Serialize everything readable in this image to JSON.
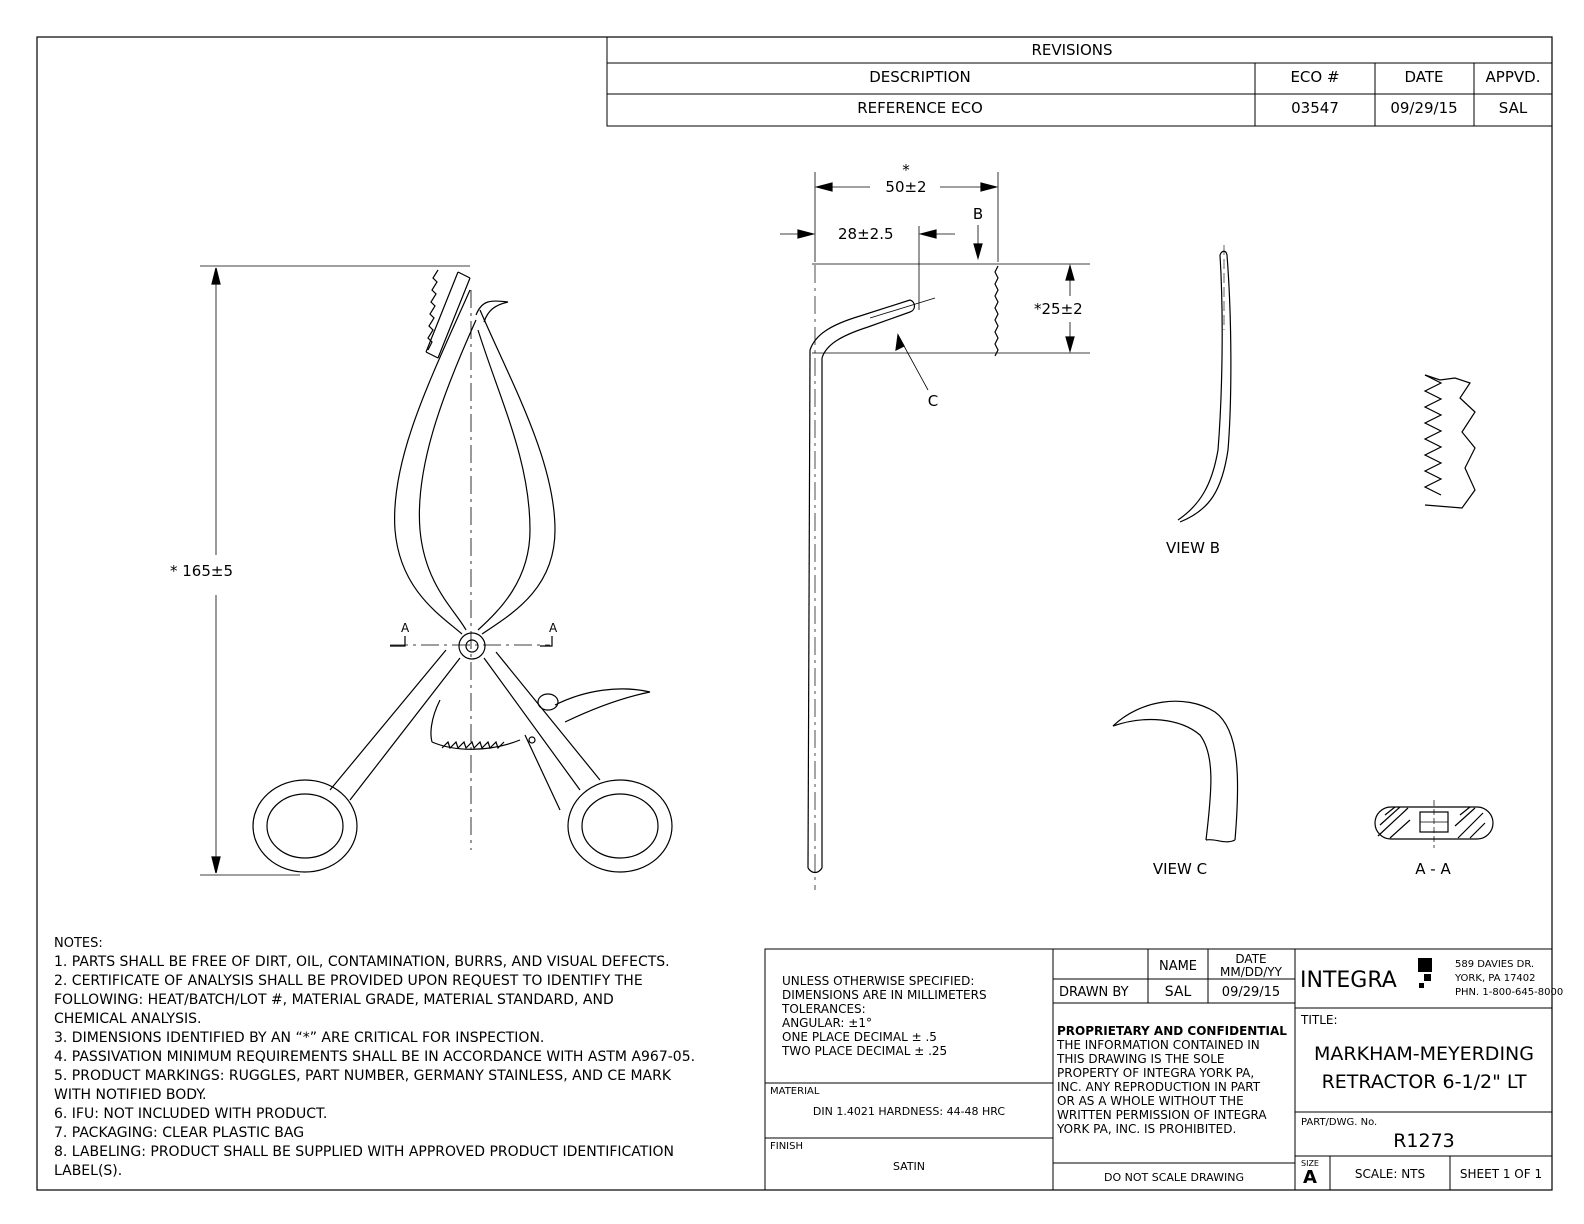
{
  "revisions": {
    "title": "REVISIONS",
    "headers": [
      "DESCRIPTION",
      "ECO #",
      "DATE",
      "APPVD."
    ],
    "rows": [
      {
        "description": "REFERENCE ECO",
        "eco": "03547",
        "date": "09/29/15",
        "appvd": "SAL"
      }
    ]
  },
  "drawing": {
    "dims": {
      "overall_length": "* 165±5",
      "width_star": "*",
      "width": "50±2",
      "blade_offset": "28±2.5",
      "blade_depth": "*25±2",
      "label_b": "B",
      "label_c": "C",
      "section_a_left": "A",
      "section_a_right": "A"
    },
    "view_labels": {
      "view_b": "VIEW B",
      "view_c": "VIEW C",
      "section_aa": "A - A"
    }
  },
  "notes": {
    "heading": "NOTES:",
    "lines": [
      "1.  PARTS SHALL BE FREE OF DIRT, OIL, CONTAMINATION, BURRS, AND VISUAL DEFECTS.",
      "2.  CERTIFICATE OF ANALYSIS SHALL BE PROVIDED UPON REQUEST TO IDENTIFY THE",
      "     FOLLOWING: HEAT/BATCH/LOT #, MATERIAL GRADE, MATERIAL STANDARD, AND",
      "     CHEMICAL ANALYSIS.",
      "3.  DIMENSIONS IDENTIFIED BY AN “*” ARE CRITICAL FOR INSPECTION.",
      "4.  PASSIVATION MINIMUM REQUIREMENTS SHALL BE IN ACCORDANCE WITH ASTM A967-05.",
      "5.  PRODUCT MARKINGS: RUGGLES, PART NUMBER, GERMANY STAINLESS, AND CE MARK",
      "     WITH NOTIFIED BODY.",
      "6.  IFU: NOT INCLUDED WITH PRODUCT.",
      "7.  PACKAGING: CLEAR PLASTIC BAG",
      "8.  LABELING: PRODUCT SHALL BE SUPPLIED WITH APPROVED PRODUCT IDENTIFICATION",
      "     LABEL(S)."
    ]
  },
  "title_block": {
    "tolerances": [
      "UNLESS OTHERWISE SPECIFIED:",
      "DIMENSIONS ARE IN MILLIMETERS",
      "TOLERANCES:",
      "ANGULAR: ±1°",
      "ONE PLACE DECIMAL ± .5",
      "TWO PLACE DECIMAL ± .25"
    ],
    "material_label": "MATERIAL",
    "material_value": "DIN 1.4021  HARDNESS:  44-48 HRC",
    "finish_label": "FINISH",
    "finish_value": "SATIN",
    "name_header": "NAME",
    "date_header_1": "DATE",
    "date_header_2": "MM/DD/YY",
    "drawn_by_label": "DRAWN BY",
    "drawn_by_name": "SAL",
    "drawn_by_date": "09/29/15",
    "proprietary_heading": "PROPRIETARY AND CONFIDENTIAL",
    "proprietary_lines": [
      "THE INFORMATION CONTAINED IN",
      "THIS DRAWING IS THE SOLE",
      "PROPERTY OF INTEGRA YORK PA,",
      "INC.  ANY REPRODUCTION IN PART",
      "OR AS A WHOLE WITHOUT THE",
      "WRITTEN PERMISSION OF INTEGRA",
      "YORK PA, INC. IS PROHIBITED."
    ],
    "do_not_scale": "DO NOT SCALE DRAWING",
    "company": {
      "name": "INTEGRA",
      "address_1": "589 DAVIES DR.",
      "address_2": "YORK, PA 17402",
      "phone": "PHN. 1-800-645-8000"
    },
    "title_label": "TITLE:",
    "title_line_1": "MARKHAM-MEYERDING",
    "title_line_2": "RETRACTOR 6-1/2\" LT",
    "part_label": "PART/DWG. No.",
    "part_number": "R1273",
    "size_label": "SIZE",
    "size_value": "A",
    "scale": "SCALE: NTS",
    "sheet": "SHEET 1 OF 1"
  }
}
